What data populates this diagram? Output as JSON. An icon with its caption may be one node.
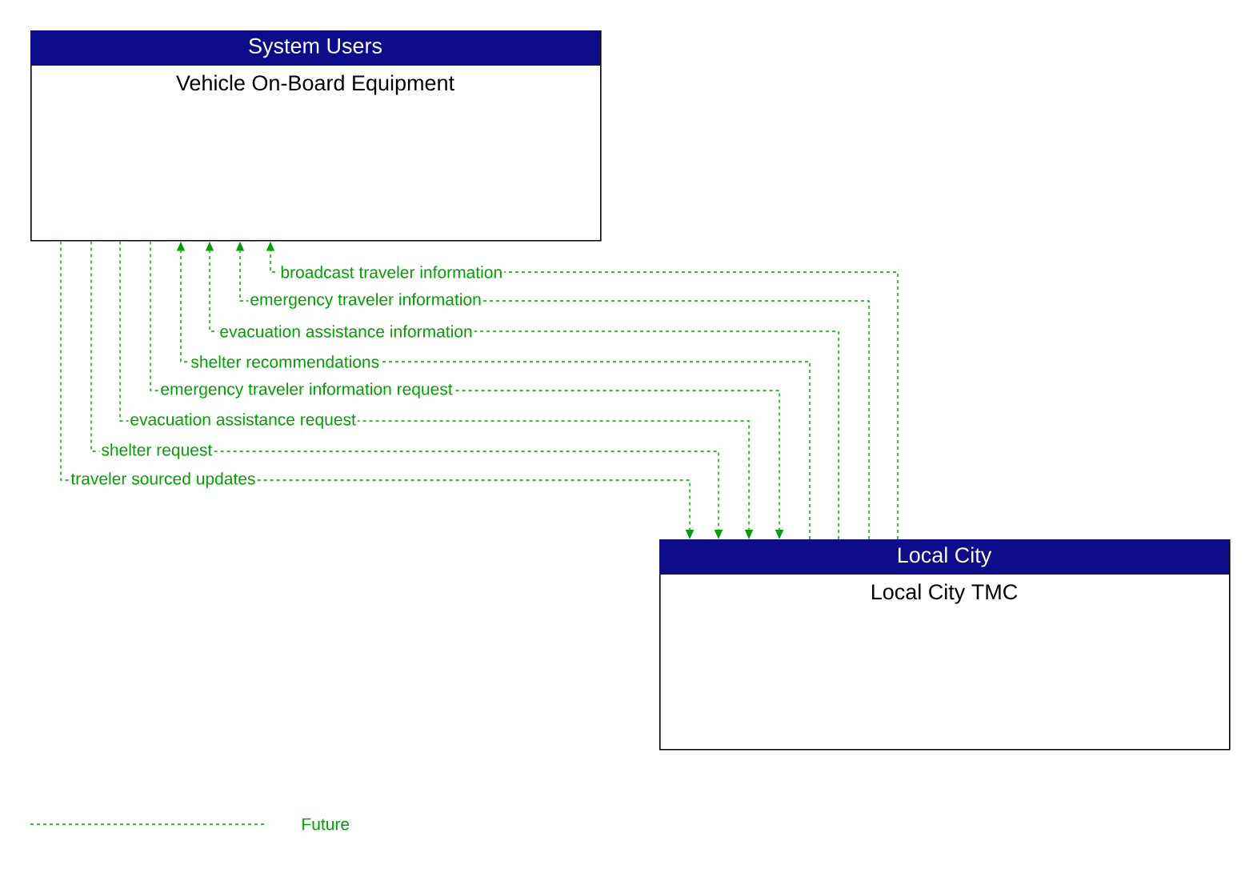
{
  "diagram": {
    "nodes": [
      {
        "text": [
          "System Users",
          "Vehicle On-Board Equipment"
        ]
      },
      {
        "text": [
          "Local City",
          "Local City TMC"
        ]
      }
    ],
    "edges": [
      {
        "from": 1,
        "to": 0,
        "arrow": "to",
        "label": "broadcast traveler information",
        "style": "dashed"
      },
      {
        "from": 1,
        "to": 0,
        "arrow": "to",
        "label": "emergency traveler information",
        "style": "dashed"
      },
      {
        "from": 1,
        "to": 0,
        "arrow": "to",
        "label": "evacuation assistance information",
        "style": "dashed"
      },
      {
        "from": 1,
        "to": 0,
        "arrow": "to",
        "label": "shelter recommendations",
        "style": "dashed"
      },
      {
        "from": 0,
        "to": 1,
        "arrow": "to",
        "label": "emergency traveler information request",
        "style": "dashed"
      },
      {
        "from": 0,
        "to": 1,
        "arrow": "to",
        "label": "evacuation assistance request",
        "style": "dashed"
      },
      {
        "from": 0,
        "to": 1,
        "arrow": "to",
        "label": "shelter request",
        "style": "dashed"
      },
      {
        "from": 0,
        "to": 1,
        "arrow": "to",
        "label": "traveler sourced updates",
        "style": "dashed"
      }
    ],
    "legend": [
      {
        "text": "Future"
      }
    ]
  }
}
